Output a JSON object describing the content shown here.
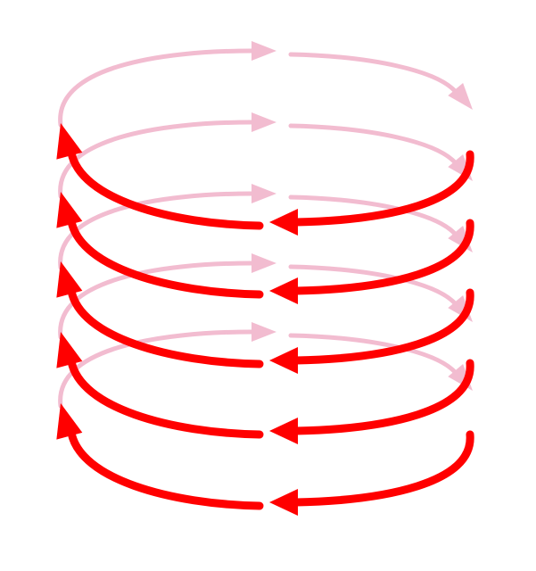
{
  "colors": {
    "background": "#ffffff",
    "back_arrow": "#f2bcd0",
    "front_arrow": "#ff0000"
  },
  "diagram": {
    "kind": "helical-coil-of-arrows",
    "turns": 5,
    "back_arrow_direction": "left-to-right",
    "front_arrow_direction": "right-to-left"
  }
}
